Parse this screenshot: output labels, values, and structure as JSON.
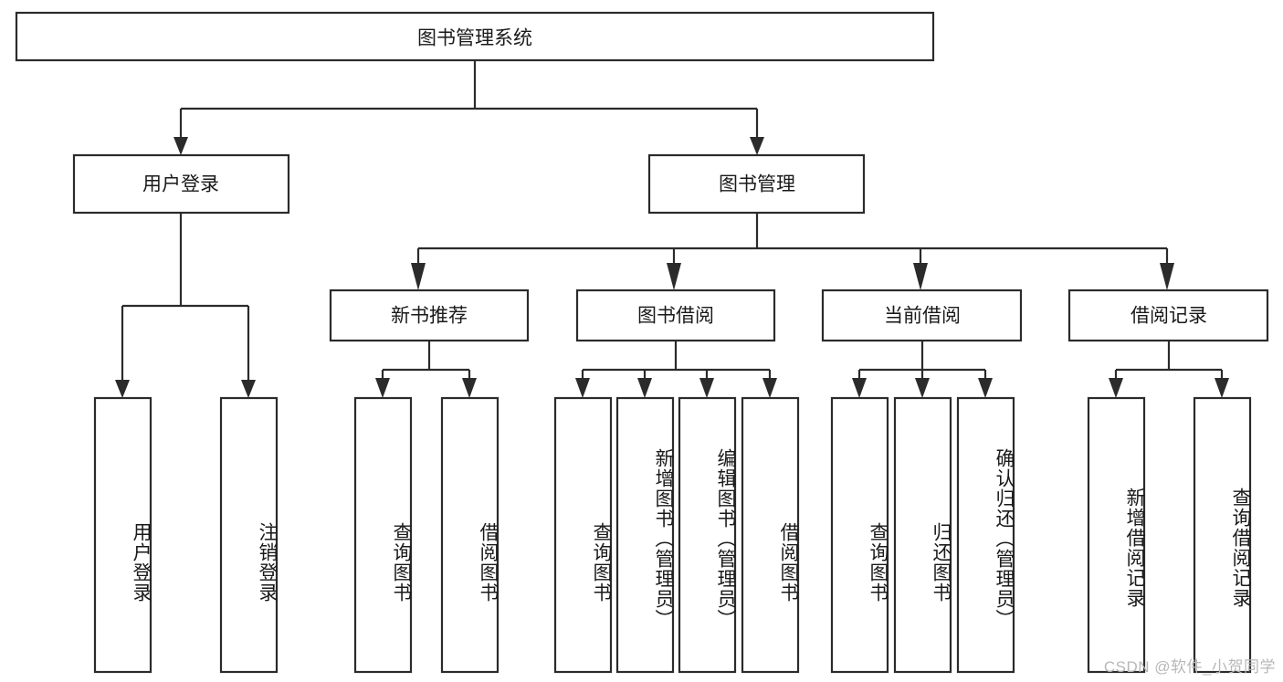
{
  "diagram": {
    "type": "hierarchy-tree",
    "title": "图书管理系统",
    "watermark": "CSDN @软件_小贺同学",
    "levels": {
      "root": {
        "label": "图书管理系统"
      },
      "level2": [
        {
          "id": "user-login",
          "label": "用户登录"
        },
        {
          "id": "book-manage",
          "label": "图书管理"
        }
      ],
      "level3": [
        {
          "id": "new-book-recommend",
          "label": "新书推荐",
          "parent": "book-manage"
        },
        {
          "id": "book-borrow",
          "label": "图书借阅",
          "parent": "book-manage"
        },
        {
          "id": "current-borrow",
          "label": "当前借阅",
          "parent": "book-manage"
        },
        {
          "id": "borrow-record",
          "label": "借阅记录",
          "parent": "book-manage"
        }
      ],
      "leaves": [
        {
          "id": "leaf-user-login",
          "label": "用户登录",
          "parent": "user-login"
        },
        {
          "id": "leaf-logout",
          "label": "注销登录",
          "parent": "user-login"
        },
        {
          "id": "leaf-query-book-1",
          "label": "查询图书",
          "parent": "new-book-recommend"
        },
        {
          "id": "leaf-borrow-book-1",
          "label": "借阅图书",
          "parent": "new-book-recommend"
        },
        {
          "id": "leaf-query-book-2",
          "label": "查询图书",
          "parent": "book-borrow"
        },
        {
          "id": "leaf-add-book",
          "label": "新增图书（管理员）",
          "parent": "book-borrow"
        },
        {
          "id": "leaf-edit-book",
          "label": "编辑图书（管理员）",
          "parent": "book-borrow"
        },
        {
          "id": "leaf-borrow-book-2",
          "label": "借阅图书",
          "parent": "book-borrow"
        },
        {
          "id": "leaf-query-book-3",
          "label": "查询图书",
          "parent": "current-borrow"
        },
        {
          "id": "leaf-return-book",
          "label": "归还图书",
          "parent": "current-borrow"
        },
        {
          "id": "leaf-confirm-return",
          "label": "确认归还（管理员）",
          "parent": "current-borrow"
        },
        {
          "id": "leaf-add-record",
          "label": "新增借阅记录",
          "parent": "borrow-record"
        },
        {
          "id": "leaf-query-record",
          "label": "查询借阅记录",
          "parent": "borrow-record"
        }
      ]
    },
    "colors": {
      "stroke": "#2b2b2b",
      "fill": "#ffffff",
      "text": "#1a1a1a",
      "watermark": "#b8b8b8"
    }
  }
}
